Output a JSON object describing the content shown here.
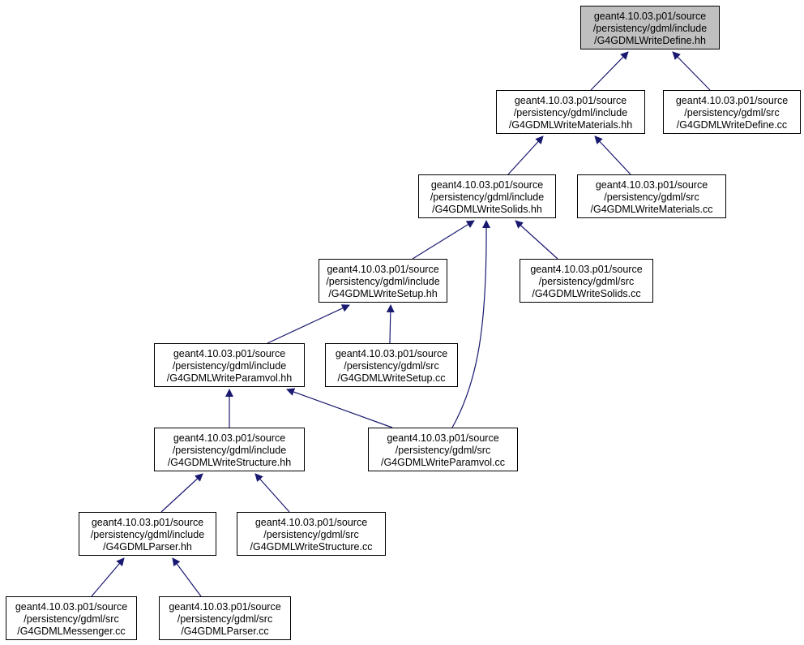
{
  "colors": {
    "edge": "#191970",
    "root_fill": "#bfbfbf",
    "node_fill": "#ffffff",
    "border": "#000000"
  },
  "nodes": [
    {
      "id": "write_define_hh",
      "lines": [
        "geant4.10.03.p01/source",
        "/persistency/gdml/include",
        "/G4GDMLWriteDefine.hh"
      ]
    },
    {
      "id": "write_materials_hh",
      "lines": [
        "geant4.10.03.p01/source",
        "/persistency/gdml/include",
        "/G4GDMLWriteMaterials.hh"
      ]
    },
    {
      "id": "write_define_cc",
      "lines": [
        "geant4.10.03.p01/source",
        "/persistency/gdml/src",
        "/G4GDMLWriteDefine.cc"
      ]
    },
    {
      "id": "write_solids_hh",
      "lines": [
        "geant4.10.03.p01/source",
        "/persistency/gdml/include",
        "/G4GDMLWriteSolids.hh"
      ]
    },
    {
      "id": "write_materials_cc",
      "lines": [
        "geant4.10.03.p01/source",
        "/persistency/gdml/src",
        "/G4GDMLWriteMaterials.cc"
      ]
    },
    {
      "id": "write_setup_hh",
      "lines": [
        "geant4.10.03.p01/source",
        "/persistency/gdml/include",
        "/G4GDMLWriteSetup.hh"
      ]
    },
    {
      "id": "write_solids_cc",
      "lines": [
        "geant4.10.03.p01/source",
        "/persistency/gdml/src",
        "/G4GDMLWriteSolids.cc"
      ]
    },
    {
      "id": "write_paramvol_hh",
      "lines": [
        "geant4.10.03.p01/source",
        "/persistency/gdml/include",
        "/G4GDMLWriteParamvol.hh"
      ]
    },
    {
      "id": "write_setup_cc",
      "lines": [
        "geant4.10.03.p01/source",
        "/persistency/gdml/src",
        "/G4GDMLWriteSetup.cc"
      ]
    },
    {
      "id": "write_structure_hh",
      "lines": [
        "geant4.10.03.p01/source",
        "/persistency/gdml/include",
        "/G4GDMLWriteStructure.hh"
      ]
    },
    {
      "id": "write_paramvol_cc",
      "lines": [
        "geant4.10.03.p01/source",
        "/persistency/gdml/src",
        "/G4GDMLWriteParamvol.cc"
      ]
    },
    {
      "id": "parser_hh",
      "lines": [
        "geant4.10.03.p01/source",
        "/persistency/gdml/include",
        "/G4GDMLParser.hh"
      ]
    },
    {
      "id": "write_structure_cc",
      "lines": [
        "geant4.10.03.p01/source",
        "/persistency/gdml/src",
        "/G4GDMLWriteStructure.cc"
      ]
    },
    {
      "id": "messenger_cc",
      "lines": [
        "geant4.10.03.p01/source",
        "/persistency/gdml/src",
        "/G4GDMLMessenger.cc"
      ]
    },
    {
      "id": "parser_cc",
      "lines": [
        "geant4.10.03.p01/source",
        "/persistency/gdml/src",
        "/G4GDMLParser.cc"
      ]
    }
  ],
  "edges": [
    {
      "from": "write_materials_hh",
      "to": "write_define_hh"
    },
    {
      "from": "write_define_cc",
      "to": "write_define_hh"
    },
    {
      "from": "write_solids_hh",
      "to": "write_materials_hh"
    },
    {
      "from": "write_materials_cc",
      "to": "write_materials_hh"
    },
    {
      "from": "write_setup_hh",
      "to": "write_solids_hh"
    },
    {
      "from": "write_paramvol_cc",
      "to": "write_solids_hh"
    },
    {
      "from": "write_solids_cc",
      "to": "write_solids_hh"
    },
    {
      "from": "write_paramvol_hh",
      "to": "write_setup_hh"
    },
    {
      "from": "write_setup_cc",
      "to": "write_setup_hh"
    },
    {
      "from": "write_structure_hh",
      "to": "write_paramvol_hh"
    },
    {
      "from": "write_paramvol_cc",
      "to": "write_paramvol_hh"
    },
    {
      "from": "parser_hh",
      "to": "write_structure_hh"
    },
    {
      "from": "write_structure_cc",
      "to": "write_structure_hh"
    },
    {
      "from": "messenger_cc",
      "to": "parser_hh"
    },
    {
      "from": "parser_cc",
      "to": "parser_hh"
    }
  ]
}
